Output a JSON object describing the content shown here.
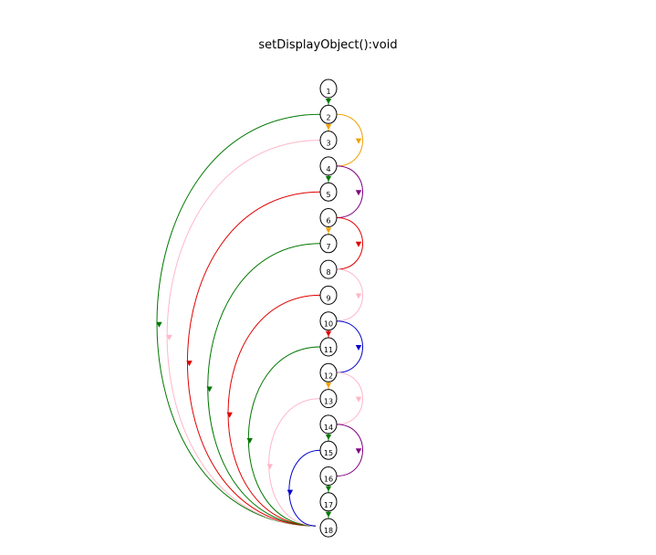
{
  "title": "setDisplayObject():void",
  "colors": {
    "green": "#007700",
    "orange": "#f0a000",
    "pink": "#ffb6c8",
    "red": "#e00000",
    "purple": "#800080",
    "blue": "#0000cc"
  },
  "nodes": [
    "1",
    "2",
    "3",
    "4",
    "5",
    "6",
    "7",
    "8",
    "9",
    "10",
    "11",
    "12",
    "13",
    "14",
    "15",
    "16",
    "17",
    "18"
  ],
  "edges": [
    {
      "from": "1",
      "to": "2",
      "color": "green"
    },
    {
      "from": "2",
      "to": "3",
      "color": "orange"
    },
    {
      "from": "4",
      "to": "5",
      "color": "green"
    },
    {
      "from": "6",
      "to": "7",
      "color": "orange"
    },
    {
      "from": "10",
      "to": "11",
      "color": "red"
    },
    {
      "from": "12",
      "to": "13",
      "color": "orange"
    },
    {
      "from": "14",
      "to": "15",
      "color": "green"
    },
    {
      "from": "16",
      "to": "17",
      "color": "green"
    },
    {
      "from": "17",
      "to": "18",
      "color": "green"
    },
    {
      "from": "2",
      "to": "4",
      "color": "orange"
    },
    {
      "from": "4",
      "to": "6",
      "color": "purple"
    },
    {
      "from": "6",
      "to": "8",
      "color": "red"
    },
    {
      "from": "8",
      "to": "10",
      "color": "pink"
    },
    {
      "from": "10",
      "to": "12",
      "color": "blue"
    },
    {
      "from": "12",
      "to": "14",
      "color": "pink"
    },
    {
      "from": "14",
      "to": "16",
      "color": "purple"
    },
    {
      "from": "2",
      "to": "18",
      "color": "green"
    },
    {
      "from": "3",
      "to": "18",
      "color": "pink"
    },
    {
      "from": "5",
      "to": "18",
      "color": "red"
    },
    {
      "from": "7",
      "to": "18",
      "color": "green"
    },
    {
      "from": "9",
      "to": "18",
      "color": "red"
    },
    {
      "from": "11",
      "to": "18",
      "color": "green"
    },
    {
      "from": "13",
      "to": "18",
      "color": "pink"
    },
    {
      "from": "15",
      "to": "18",
      "color": "blue"
    }
  ]
}
